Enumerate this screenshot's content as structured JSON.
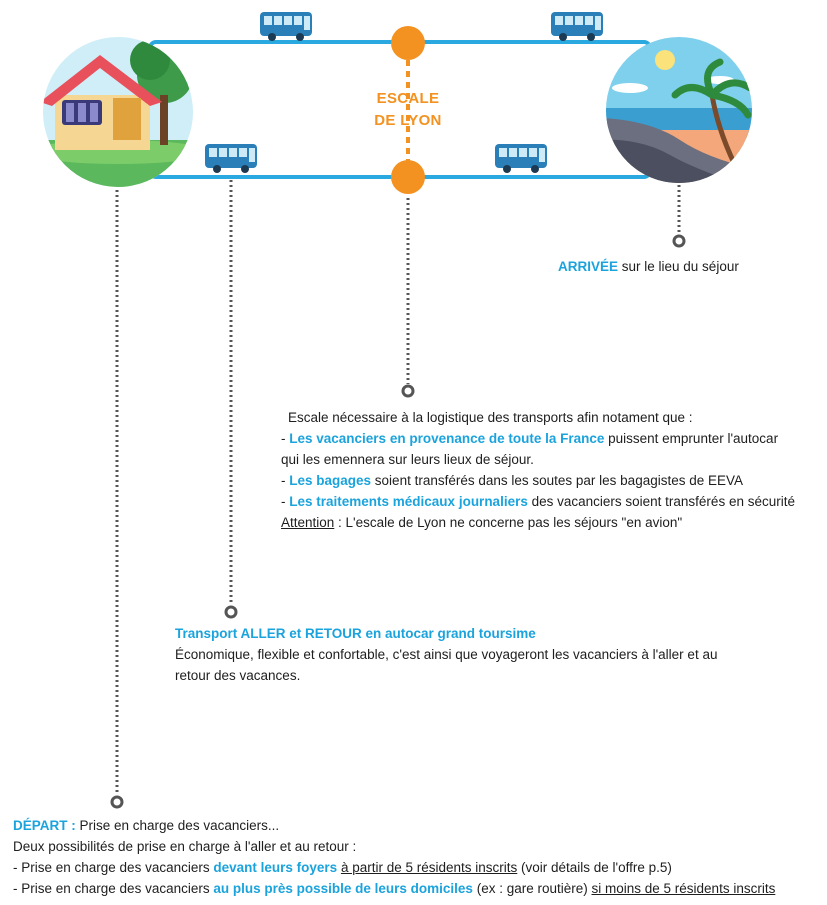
{
  "stopover": {
    "line1": "ESCALE",
    "line2": "DE LYON"
  },
  "arrival": {
    "label": "ARRIVÉE",
    "text": " sur le lieu du séjour"
  },
  "escale_info": {
    "intro": "Escale nécessaire à la logistique des transports afin notament que :",
    "items": [
      {
        "prefix": "- ",
        "highlight": "Les vacanciers en provenance de toute la France",
        "rest": " puissent emprunter l'autocar"
      },
      {
        "prefix": "",
        "highlight": "",
        "rest": "qui les emennera sur leurs lieux de séjour."
      },
      {
        "prefix": "- ",
        "highlight": "Les bagages",
        "rest": " soient transférés dans les soutes par les bagagistes de EEVA"
      },
      {
        "prefix": "- ",
        "highlight": "Les traitements médicaux journaliers",
        "rest": " des vacanciers soient transférés en sécurité"
      }
    ],
    "attention_label": "Attention",
    "attention_text": " : L'escale de Lyon ne concerne pas les séjours \"en avion\""
  },
  "transport": {
    "title": "Transport ALLER et RETOUR en autocar grand toursime",
    "line1": "Économique, flexible et confortable, c'est ainsi que voyageront les vacanciers à l'aller et au",
    "line2": "retour des vacances."
  },
  "departure": {
    "label": "DÉPART :",
    "label_text": " Prise en charge des vacanciers...",
    "line2": "Deux possibilités de prise en charge à l'aller et au retour :",
    "opt1_prefix": "- Prise en charge des vacanciers ",
    "opt1_highlight": "devant leurs foyers",
    "opt1_space": " ",
    "opt1_underline": "à partir de 5 résidents inscrits",
    "opt1_rest": " (voir détails de l'offre p.5)",
    "opt2_prefix": "- Prise en charge des vacanciers ",
    "opt2_highlight": "au plus près possible de leurs domiciles",
    "opt2_rest": " (ex : gare routière) ",
    "opt2_underline": "si moins de 5 résidents inscrits"
  },
  "colors": {
    "route": "#2aa8e0",
    "stopover": "#f39220",
    "accent": "#1aa3dc",
    "dots": "#555555"
  },
  "icons": [
    "house-icon",
    "beach-icon",
    "bus-icon",
    "stopover-dot-icon"
  ]
}
